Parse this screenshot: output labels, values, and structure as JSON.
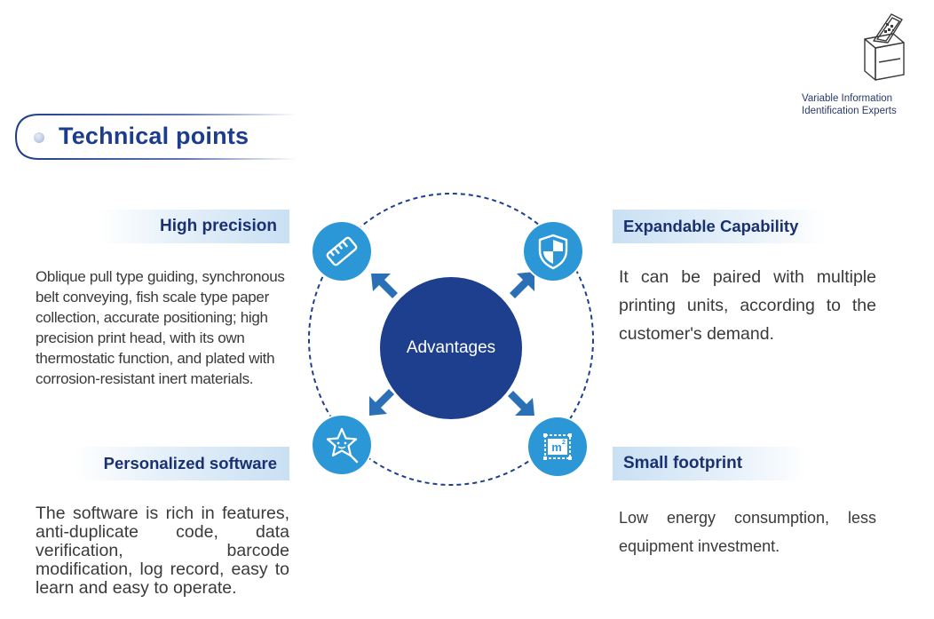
{
  "brand": {
    "tagline_line1": "Variable Information",
    "tagline_line2": "Identification Experts",
    "logo_icon": "kiosk-printer-logo-icon"
  },
  "section": {
    "title": "Technical points"
  },
  "center": {
    "label": "Advantages"
  },
  "features": {
    "high_precision": {
      "title": "High precision",
      "description": "Oblique pull type guiding, synchronous belt conveying, fish scale type paper collection, accurate positioning; high precision print head, with its own thermostatic function, and plated with corrosion-resistant inert materials.",
      "icon": "ruler-icon"
    },
    "expandable": {
      "title": "Expandable Capability",
      "description": "It can be paired with multiple printing units, according to the customer's demand.",
      "icon": "shield-icon"
    },
    "software": {
      "title": "Personalized software",
      "description": "The software is rich in features, anti-duplicate code, data verification, barcode modification, log record, easy to learn and easy to operate.",
      "icon": "star-icon"
    },
    "footprint": {
      "title": "Small footprint",
      "description": "Low energy consumption, less equipment investment.",
      "icon": "square-meter-icon"
    }
  },
  "colors": {
    "primary_navy": "#1d3f8e",
    "accent_blue": "#2b97d6",
    "label_band": "#c9e0f3",
    "title_blue": "#1d3d8c"
  }
}
